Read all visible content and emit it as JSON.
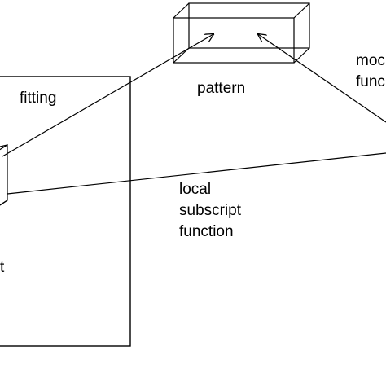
{
  "labels": {
    "fitting": "fitting",
    "pattern": "pattern",
    "local_subscript_function": [
      "local",
      "subscript",
      "function"
    ],
    "right_edge": [
      "moc",
      "func"
    ],
    "left_edge": "t"
  },
  "colors": {
    "stroke": "#000000",
    "background": "#ffffff"
  }
}
